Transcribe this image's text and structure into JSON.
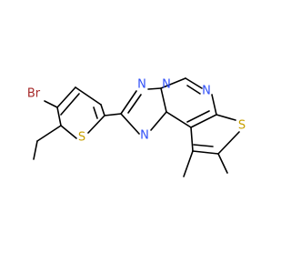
{
  "molecule": {
    "atoms": [
      {
        "id": "br",
        "element": "Br",
        "label": "Br",
        "color": "#A62929"
      },
      {
        "id": "s1",
        "element": "S",
        "label": "S",
        "color": "#C8A000"
      },
      {
        "id": "n1",
        "element": "N",
        "label": "N",
        "color": "#3050F8"
      },
      {
        "id": "n2",
        "element": "N",
        "label": "N",
        "color": "#3050F8"
      },
      {
        "id": "n3",
        "element": "N",
        "label": "N",
        "color": "#3050F8"
      },
      {
        "id": "n4",
        "element": "N",
        "label": "N",
        "color": "#3050F8"
      },
      {
        "id": "s2",
        "element": "S",
        "label": "S",
        "color": "#C8A000"
      }
    ],
    "bond_color": "#000000"
  }
}
